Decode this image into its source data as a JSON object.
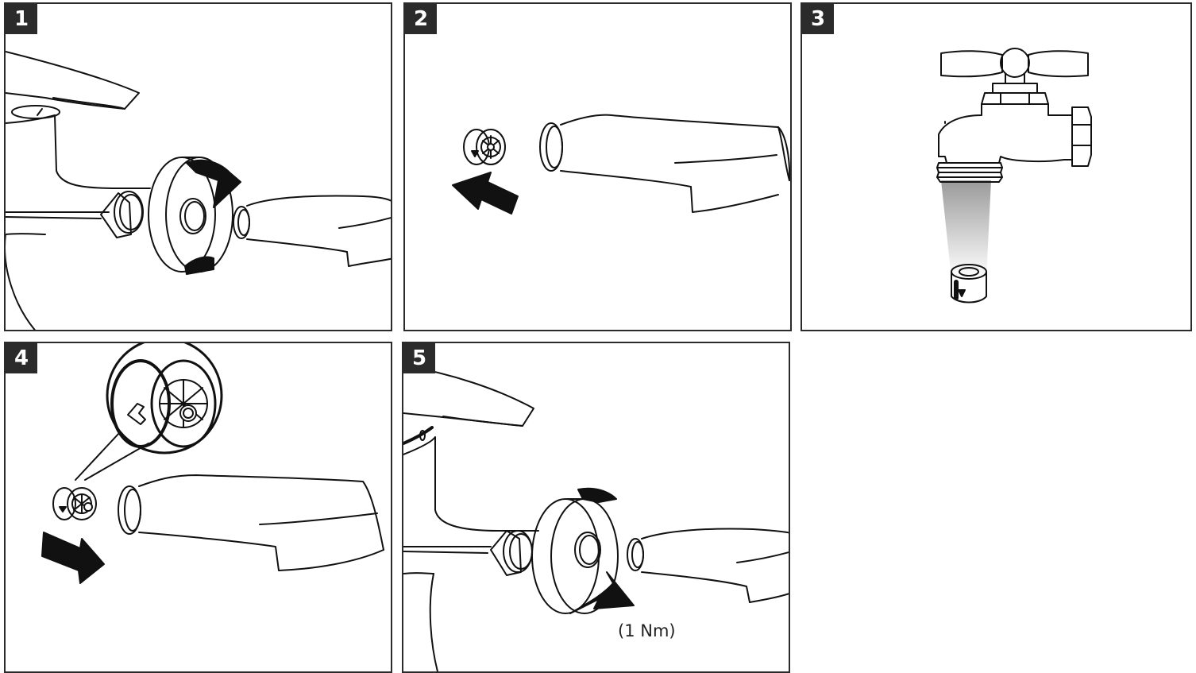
{
  "steps": [
    {
      "number": "1"
    },
    {
      "number": "2"
    },
    {
      "number": "3"
    },
    {
      "number": "4"
    },
    {
      "number": "5",
      "torque_label": "(1 Nm)"
    }
  ]
}
